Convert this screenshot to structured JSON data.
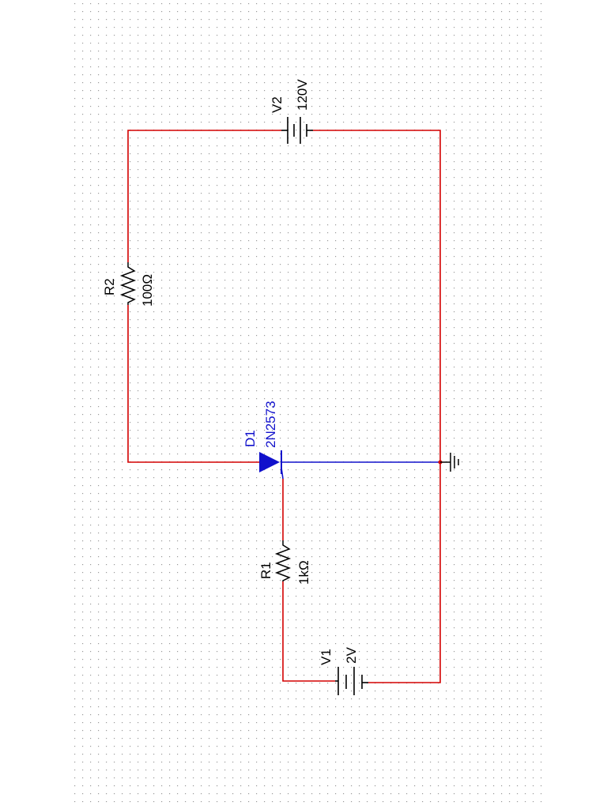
{
  "colors": {
    "wire": "#d40000",
    "component": "#000000",
    "diode": "#1111cc",
    "grid_dot": "#9a9a9a",
    "background": "#ffffff"
  },
  "components": {
    "V2": {
      "ref": "V2",
      "value": "120V"
    },
    "R2": {
      "ref": "R2",
      "value": "100Ω"
    },
    "D1": {
      "ref": "D1",
      "value": "2N2573"
    },
    "R1": {
      "ref": "R1",
      "value": "1kΩ"
    },
    "V1": {
      "ref": "V1",
      "value": "2V"
    }
  }
}
